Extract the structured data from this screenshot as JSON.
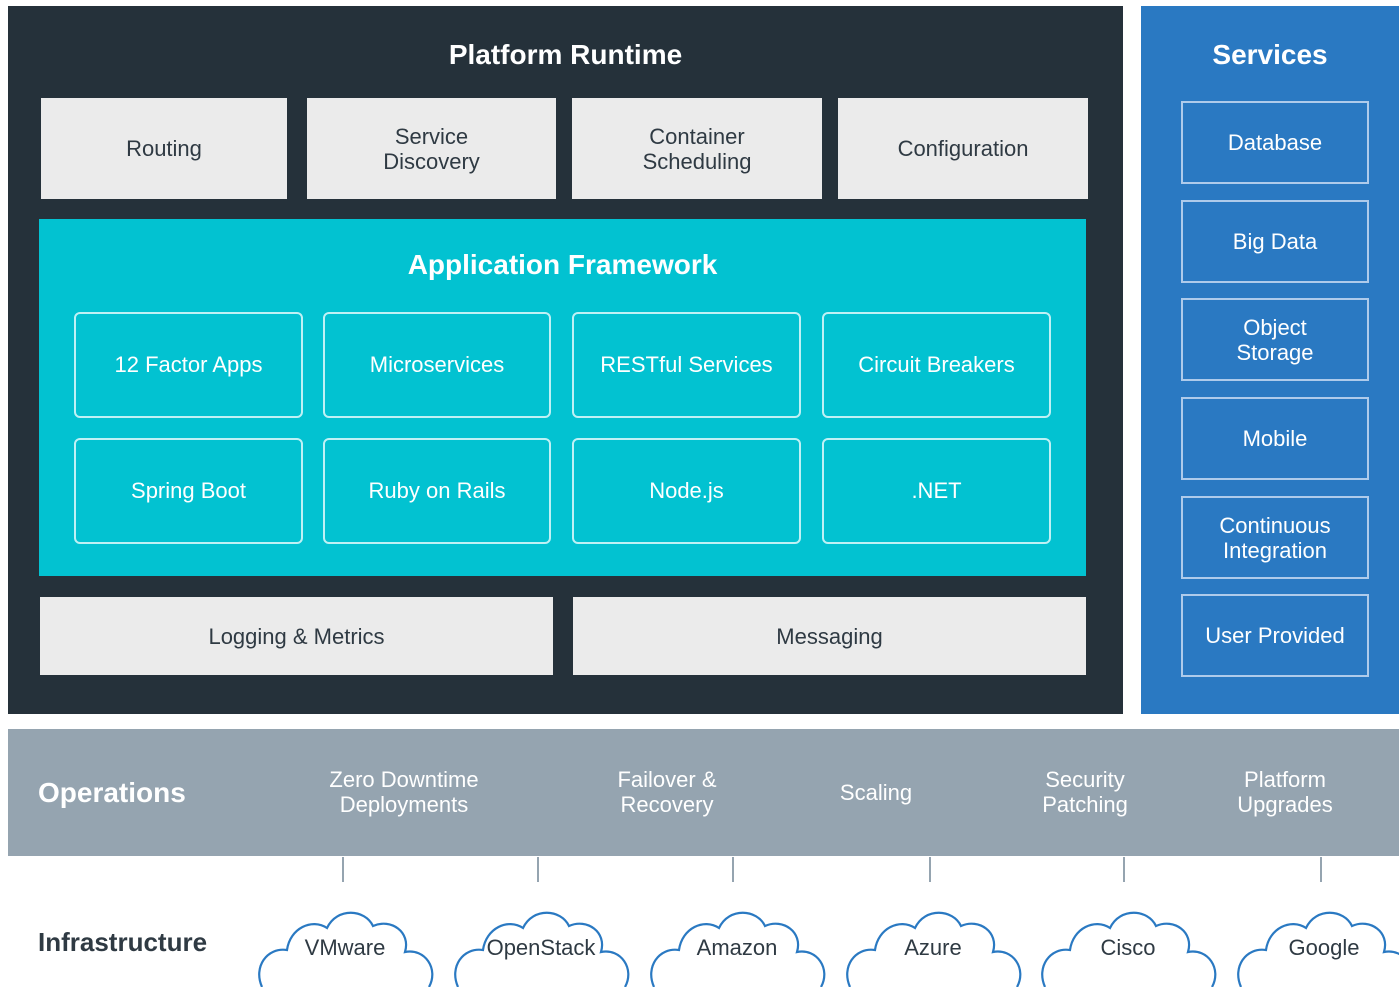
{
  "platform_runtime": {
    "title": "Platform Runtime",
    "top_boxes": [
      "Routing",
      "Service\nDiscovery",
      "Container\nScheduling",
      "Configuration"
    ],
    "bottom_boxes": [
      "Logging & Metrics",
      "Messaging"
    ]
  },
  "application_framework": {
    "title": "Application Framework",
    "items": [
      "12 Factor Apps",
      "Microservices",
      "RESTful Services",
      "Circuit Breakers",
      "Spring Boot",
      "Ruby on Rails",
      "Node.js",
      ".NET"
    ]
  },
  "services": {
    "title": "Services",
    "items": [
      "Database",
      "Big Data",
      "Object\nStorage",
      "Mobile",
      "Continuous\nIntegration",
      "User Provided"
    ]
  },
  "operations": {
    "label": "Operations",
    "items": [
      "Zero Downtime\nDeployments",
      "Failover &\nRecovery",
      "Scaling",
      "Security\nPatching",
      "Platform\nUpgrades"
    ]
  },
  "infrastructure": {
    "label": "Infrastructure",
    "clouds": [
      "VMware",
      "OpenStack",
      "Amazon",
      "Azure",
      "Cisco",
      "Google"
    ]
  },
  "colors": {
    "runtime_bg": "#25313a",
    "framework_bg": "#02c2d1",
    "services_bg": "#2a79c2",
    "operations_bg": "#95a4b0",
    "box_gray": "#ebebeb"
  }
}
